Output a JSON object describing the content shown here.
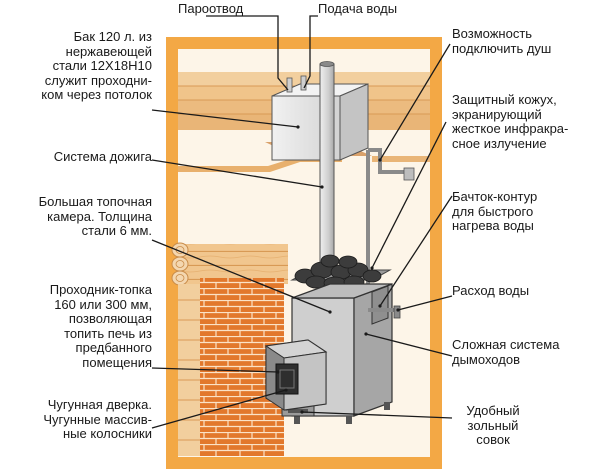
{
  "labels": {
    "steam": "Пароотвод",
    "water_supply": "Подача воды",
    "tank": [
      "Бак 120 л. из",
      "нержавеющей",
      "стали 12Х18Н10",
      "служит проходни-",
      "ком через потолок"
    ],
    "afterburn": "Система дожига",
    "firebox": [
      "Большая топочная",
      "камера. Толщина",
      "стали 6 мм."
    ],
    "firing": [
      "Проходник-топка",
      "160 или 300 мм,",
      "позволяющая",
      "топить печь из",
      "предбанного",
      "помещения"
    ],
    "door": [
      "Чугунная дверка.",
      "Чугунные массив-",
      "ные колосники"
    ],
    "shower": [
      "Возможность",
      "подключить душ"
    ],
    "casing": [
      "Защитный кожух,",
      "экранирующий",
      "жесткое инфракра-",
      "сное излучение"
    ],
    "contour": [
      "Бачток-контур",
      "для быстрого",
      "нагрева воды"
    ],
    "water_out": "Расход воды",
    "chimney": [
      "Сложная система",
      "дымоходов"
    ],
    "ash": [
      "Удобный",
      "зольный",
      "совок"
    ]
  },
  "colors": {
    "wall_frame": "#f0a640",
    "wall_fill": "#fdf4e6",
    "wood": "#f0c48a",
    "brick": "#e2782c",
    "steel_light": "#e2e2e2",
    "steel_mid": "#b9b9b9",
    "steel_dark": "#6e6e6e",
    "stone": "#3c3c3c",
    "line": "#1a1a1a"
  }
}
